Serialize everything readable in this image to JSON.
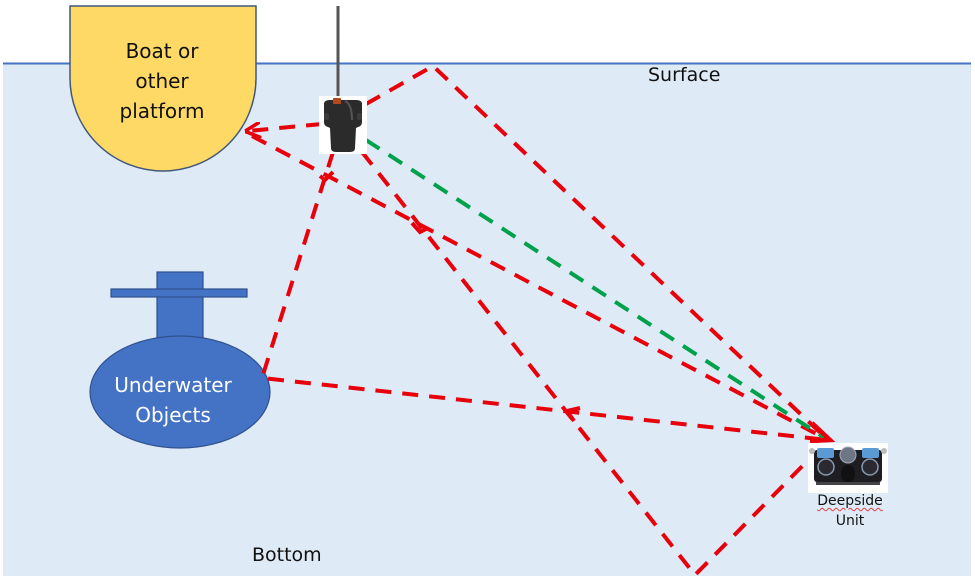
{
  "diagram": {
    "title": "Acoustic multipath propagation between transducer and deepside unit",
    "labels": {
      "surface": "Surface",
      "bottom": "Bottom",
      "boat_line1": "Boat or",
      "boat_line2": "other",
      "boat_line3": "platform",
      "objects_line1": "Underwater",
      "objects_line2": "Objects",
      "unit_line1": "Deepside",
      "unit_line2": "Unit"
    },
    "nodes": [
      {
        "id": "boat",
        "label": "Boat or other platform",
        "icon": "boat-hull-shape"
      },
      {
        "id": "transducer",
        "label": "",
        "icon": "transducer-icon"
      },
      {
        "id": "underwater-objects",
        "label": "Underwater Objects",
        "icon": "submarine-shape"
      },
      {
        "id": "deepside-unit",
        "label": "Deepside Unit",
        "icon": "rov-icon"
      }
    ],
    "paths": [
      {
        "id": "direct",
        "from": "transducer",
        "to": "deepside-unit",
        "style": "dashed",
        "color": "#00A14B",
        "kind": "direct path"
      },
      {
        "id": "boat-reflection-out",
        "from": "transducer",
        "to": "boat",
        "style": "dashed",
        "color": "#E8000B",
        "kind": "reflection"
      },
      {
        "id": "boat-reflection-back",
        "from": "boat",
        "to": "deepside-unit",
        "style": "dashed",
        "color": "#E8000B",
        "kind": "reflection"
      },
      {
        "id": "surface-reflection",
        "from": "transducer",
        "via": "surface",
        "to": "deepside-unit",
        "style": "dashed",
        "color": "#E8000B",
        "kind": "reflection"
      },
      {
        "id": "object-reflection",
        "from": "transducer",
        "via": "underwater-objects",
        "to": "deepside-unit",
        "style": "dashed",
        "color": "#E8000B",
        "kind": "reflection"
      },
      {
        "id": "bottom-reflection",
        "from": "transducer",
        "via": "bottom",
        "to": "deepside-unit",
        "style": "dashed",
        "color": "#E8000B",
        "kind": "reflection"
      }
    ],
    "colors": {
      "water": "#DEEAF6",
      "surface_line": "#4472C4",
      "boat_fill": "#FFD966",
      "boat_stroke": "#41587A",
      "object_fill": "#4472C4",
      "object_stroke": "#2F528F",
      "reflection": "#E8000B",
      "direct": "#00A14B"
    }
  }
}
